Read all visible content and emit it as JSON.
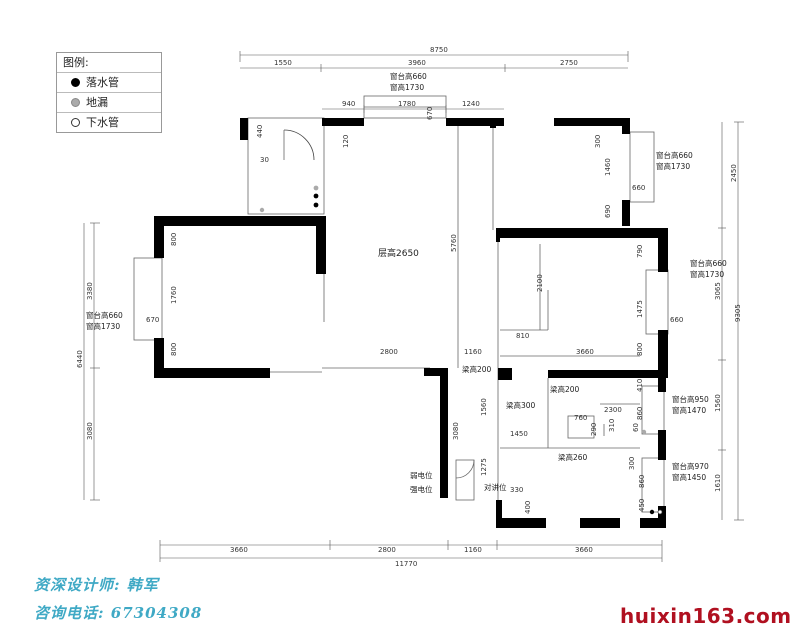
{
  "legend": {
    "title": "图例:",
    "items": [
      {
        "label": "落水管",
        "color": "#000000"
      },
      {
        "label": "地漏",
        "color": "#aaaaaa"
      },
      {
        "label": "下水管",
        "color": "#ffffff"
      }
    ]
  },
  "top_dims": {
    "total": "8750",
    "seg1": "1550",
    "seg2": "3960",
    "seg3": "2750",
    "w1": "940",
    "w2": "1780",
    "w3": "1240",
    "w4": "670"
  },
  "bottom_dims": {
    "total": "11770",
    "seg1": "3660",
    "seg2": "2800",
    "seg3": "1160",
    "seg4": "3660"
  },
  "left_dims": {
    "total": "6440",
    "seg1": "3380",
    "seg2": "3080"
  },
  "right_dims": {
    "total": "9305",
    "seg1": "2450",
    "seg2": "3065",
    "seg3": "1560",
    "seg4": "1610"
  },
  "windows": {
    "top": {
      "sill": "窗台高660",
      "height": "窗高1730"
    },
    "right_top": {
      "sill": "窗台高660",
      "height": "窗高1730"
    },
    "right_mid": {
      "sill": "窗台高660",
      "height": "窗高1730"
    },
    "left": {
      "sill": "窗台高660",
      "height": "窗高1730"
    },
    "right_bath": {
      "sill": "窗台高950",
      "height": "窗高1470"
    },
    "right_bottom": {
      "sill": "窗台高970",
      "height": "窗高1450"
    }
  },
  "labels": {
    "ceiling": "层高2650",
    "beam200a": "梁高200",
    "beam200b": "梁高200",
    "beam300": "梁高300",
    "beam260": "梁高260",
    "weak_power": "弱电位",
    "strong_power": "强电位",
    "intercom": "对讲位"
  },
  "inner_dims": {
    "d440": "440",
    "d30": "30",
    "d120": "120",
    "d5760": "5760",
    "d800a": "800",
    "d1760": "1760",
    "d800b": "800",
    "d670": "670",
    "d2800": "2800",
    "d1160": "1160",
    "d3660": "3660",
    "d300a": "300",
    "d1460": "1460",
    "d660a": "660",
    "d690": "690",
    "d790": "790",
    "d1475": "1475",
    "d660b": "660",
    "d800c": "800",
    "d2100": "2100",
    "d810": "810",
    "d410": "410",
    "d860a": "860",
    "d2300": "2300",
    "d760": "760",
    "d1450": "1450",
    "d310": "310",
    "d290": "290",
    "d60": "60",
    "d1560": "1560",
    "d3080": "3080",
    "d1275": "1275",
    "d330": "330",
    "d400": "400",
    "d300b": "300",
    "d860b": "860",
    "d450": "450"
  },
  "designer": "资深设计师:  韩军",
  "phone": "咨询电话:  67304308",
  "watermark": "huixin163.com"
}
